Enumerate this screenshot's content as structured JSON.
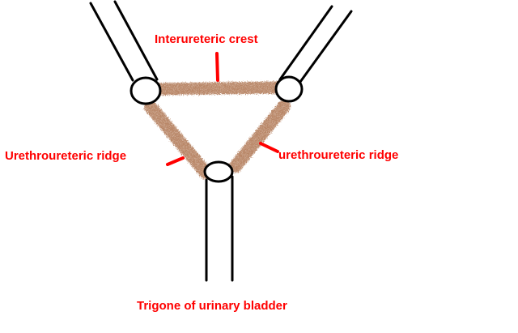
{
  "colors": {
    "label": "#ff0000",
    "ridge": "#b98767",
    "outline": "#000000",
    "background": "#ffffff"
  },
  "labels": {
    "interureteric_crest": "Interureteric crest",
    "left_ridge": "Urethroureteric ridge",
    "right_ridge": "urethroureteric ridge",
    "title": "Trigone of urinary bladder"
  },
  "parts": {
    "tubes": [
      "left ureter",
      "right ureter",
      "urethra"
    ],
    "openings": [
      "left ureteric orifice",
      "right ureteric orifice",
      "internal urethral orifice"
    ],
    "ridges": [
      "interureteric crest",
      "left urethroureteric ridge",
      "right urethroureteric ridge"
    ]
  }
}
